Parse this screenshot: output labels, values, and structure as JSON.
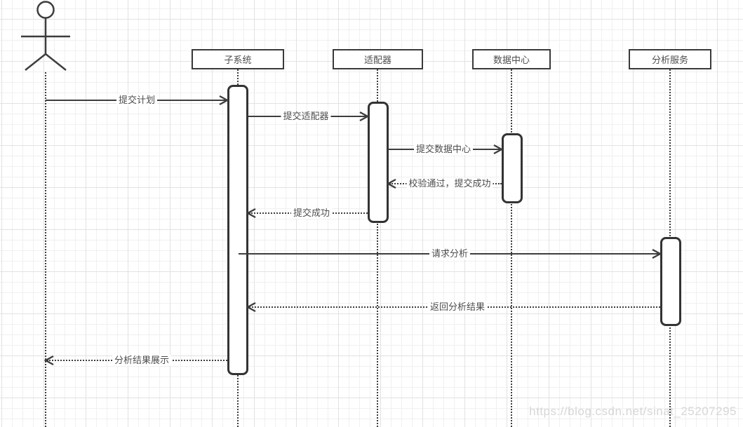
{
  "diagram": {
    "type": "uml-sequence",
    "actor": {
      "name": "user-actor"
    },
    "lifelines": [
      {
        "id": "subsystem",
        "label": "子系统"
      },
      {
        "id": "adapter",
        "label": "适配器"
      },
      {
        "id": "data-center",
        "label": "数据中心"
      },
      {
        "id": "analysis-service",
        "label": "分析服务"
      }
    ],
    "messages": [
      {
        "label": "提交计划",
        "style": "solid",
        "from": "actor",
        "to": "subsystem"
      },
      {
        "label": "提交适配器",
        "style": "solid",
        "from": "subsystem",
        "to": "adapter"
      },
      {
        "label": "提交数据中心",
        "style": "solid",
        "from": "adapter",
        "to": "data-center"
      },
      {
        "label": "校验通过，提交成功",
        "style": "dotted",
        "from": "data-center",
        "to": "adapter"
      },
      {
        "label": "提交成功",
        "style": "dotted",
        "from": "adapter",
        "to": "subsystem"
      },
      {
        "label": "请求分析",
        "style": "solid",
        "from": "subsystem",
        "to": "analysis-service"
      },
      {
        "label": "返回分析结果",
        "style": "dotted",
        "from": "analysis-service",
        "to": "subsystem"
      },
      {
        "label": "分析结果展示",
        "style": "dotted",
        "from": "subsystem",
        "to": "actor"
      }
    ],
    "watermark": "https://blog.csdn.net/sinat_25207295",
    "colors": {
      "line": "#3d3d3d",
      "text": "#4d4d4d",
      "grid_minor": "#f0f0f0",
      "grid_major": "#e2e2e2",
      "watermark": "#d7d7d7",
      "background": "#ffffff"
    }
  }
}
